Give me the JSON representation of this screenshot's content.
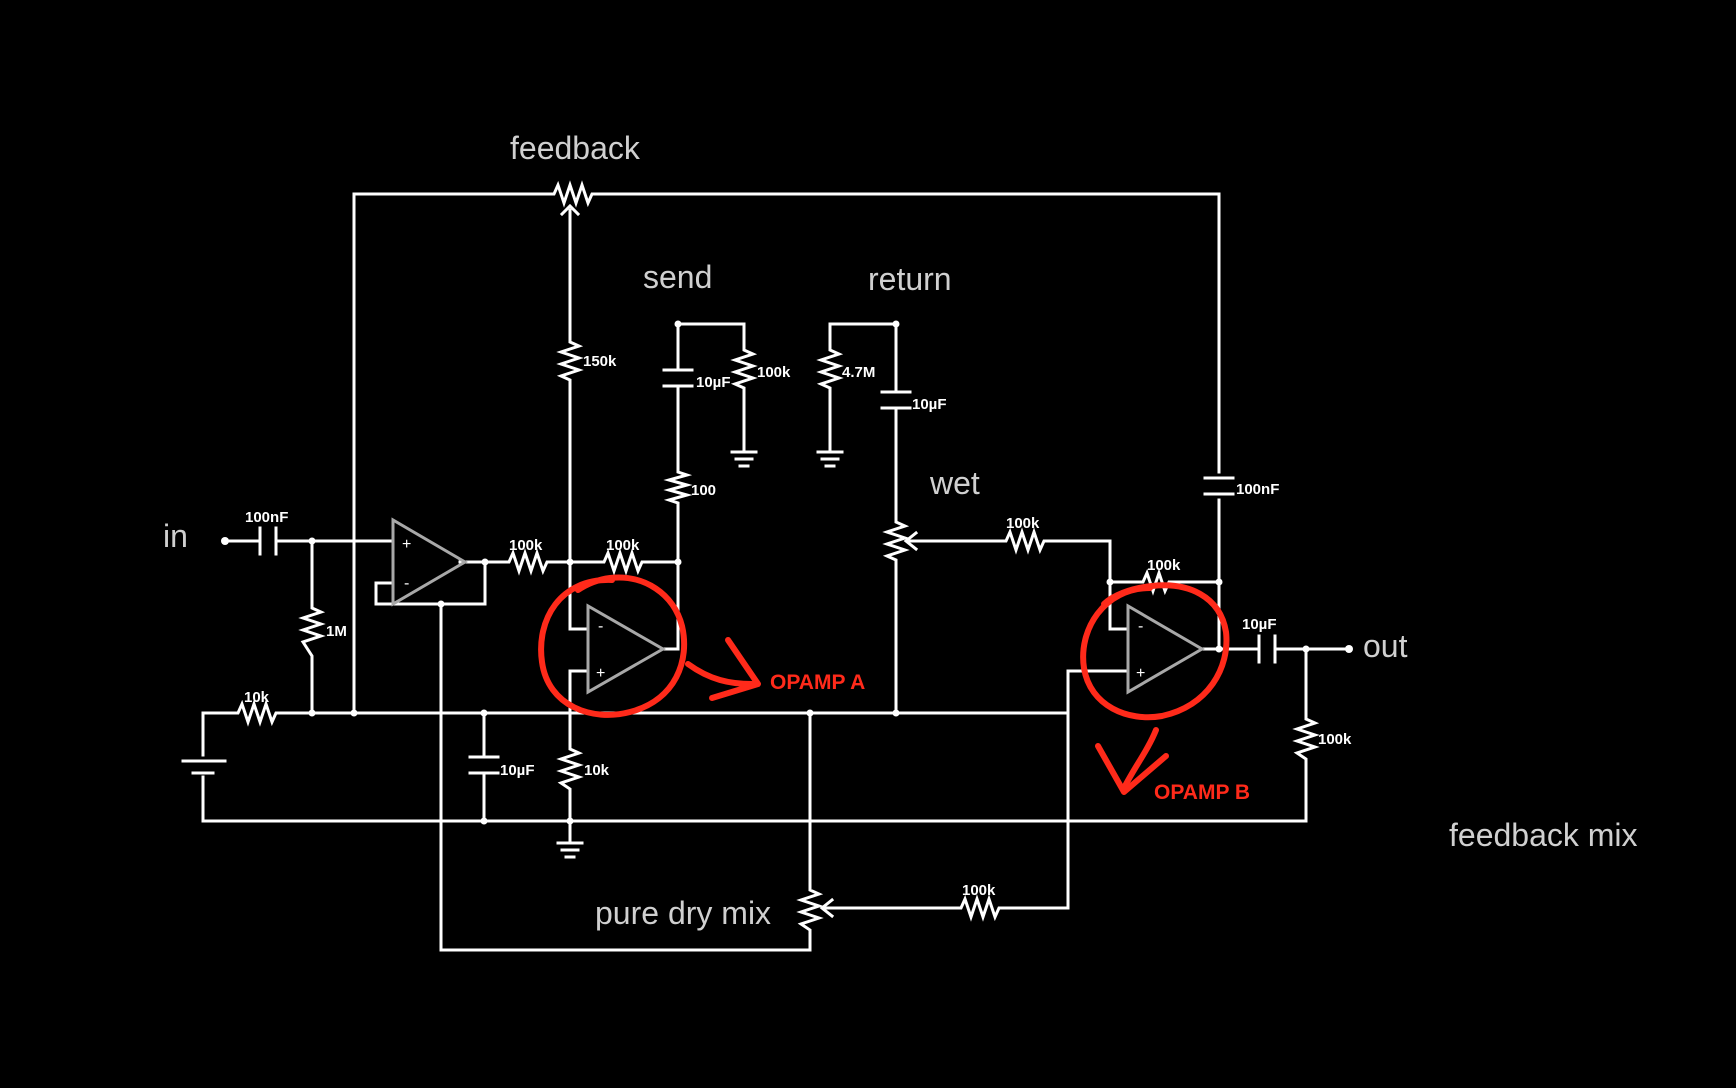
{
  "labels": {
    "feedback": "feedback",
    "send": "send",
    "return": "return",
    "wet": "wet",
    "in": "in",
    "out": "out",
    "pure_dry_mix": "pure dry mix",
    "feedback_mix": "feedback mix"
  },
  "annotations": {
    "opamp_a": "OPAMP A",
    "opamp_b": "OPAMP B"
  },
  "components": {
    "r_150k": "150k",
    "c_send": "10µF",
    "r_send_100k": "100k",
    "r_100": "100",
    "r_4_7m": "4.7M",
    "c_return": "10µF",
    "c_fb_100nf": "100nF",
    "c_in_100nf": "100nF",
    "r_1m": "1M",
    "r_10k_bias": "10k",
    "r_buf_100k": "100k",
    "r_a_fb_100k": "100k",
    "r_wet_100k": "100k",
    "r_b_fb_100k": "100k",
    "c_out_10uf": "10µF",
    "r_out_100k": "100k",
    "c_bias_10uf": "10µF",
    "r_a_gnd_10k": "10k",
    "r_dry_100k": "100k"
  },
  "pins": {
    "plus": "+",
    "minus": "-"
  },
  "colors": {
    "background": "#000000",
    "wire": "#ffffff",
    "opamp": "#a8a8a8",
    "annotation": "#ff2a1a"
  }
}
